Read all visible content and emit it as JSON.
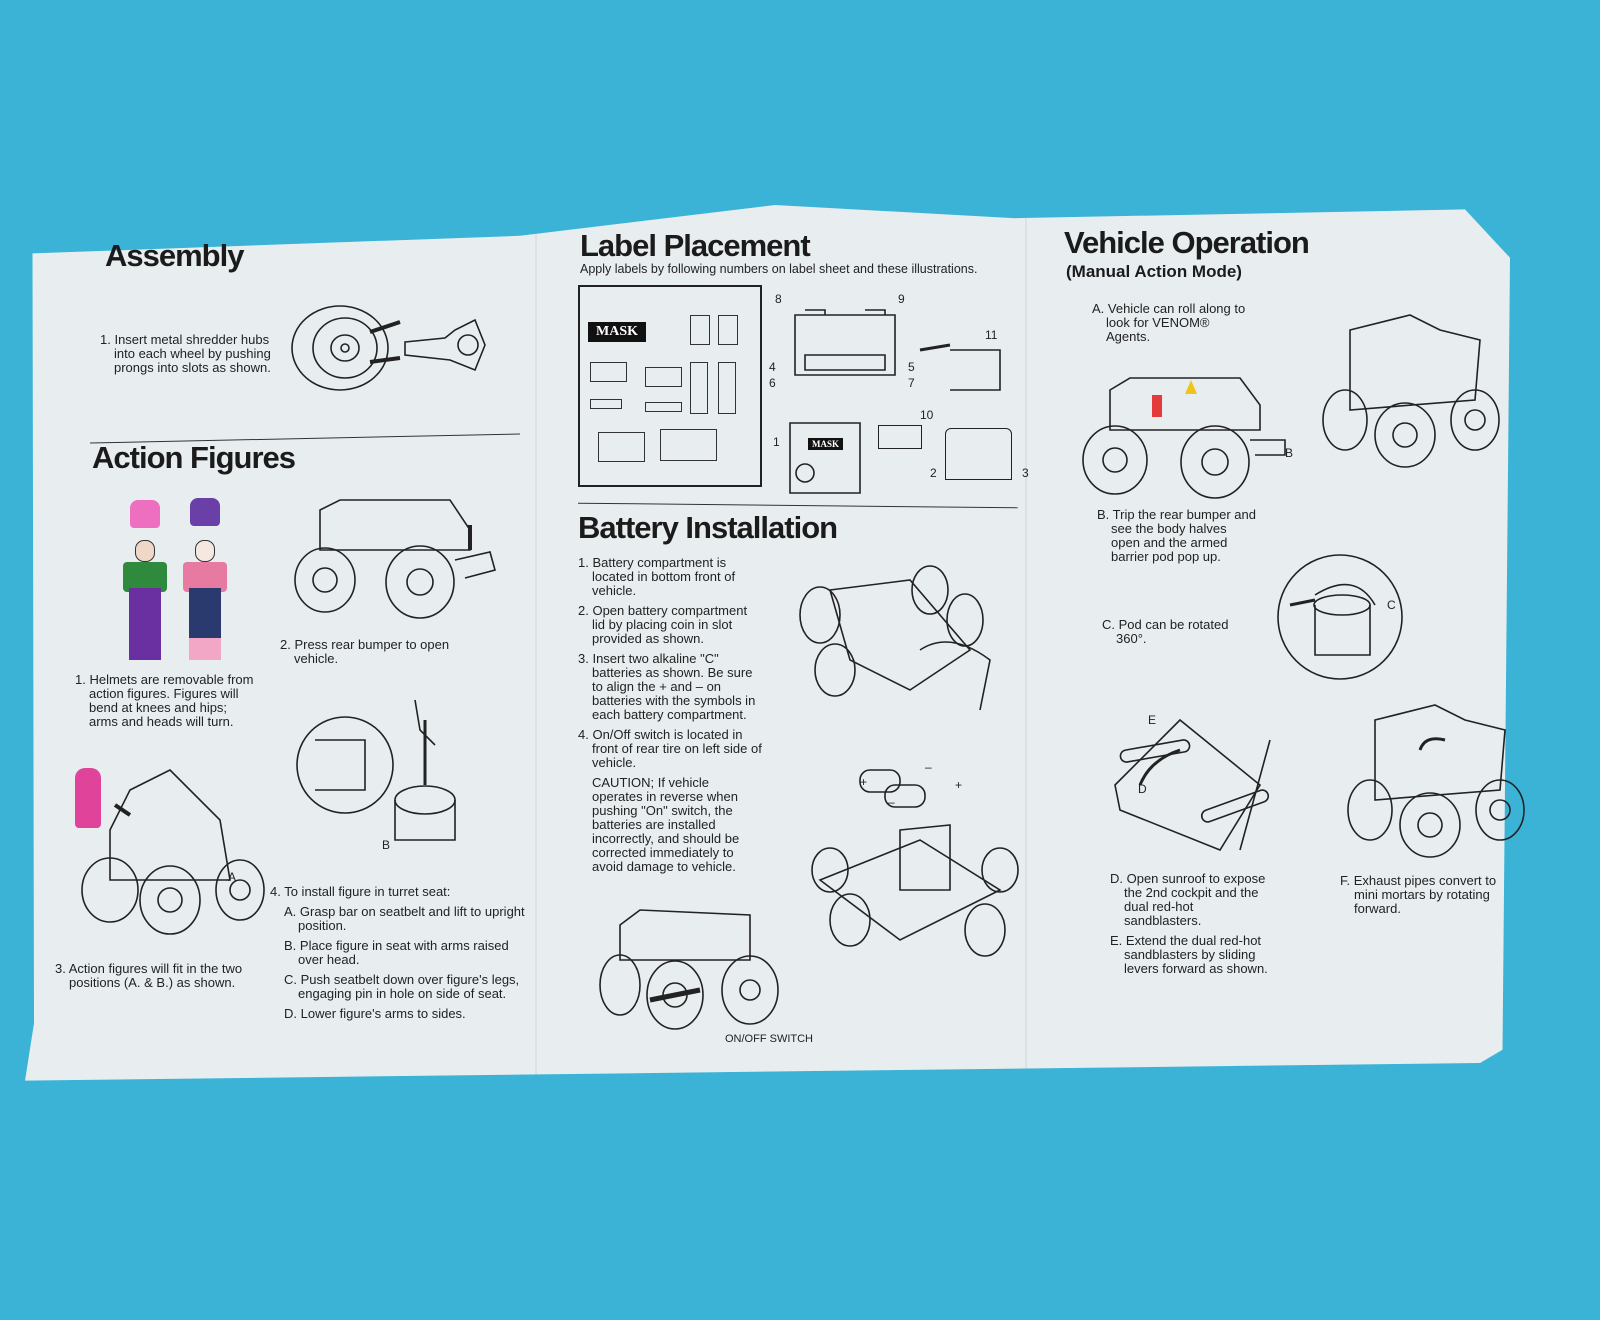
{
  "colors": {
    "background": "#3bb3d6",
    "paper": "#e8eef0",
    "ink": "#1b1b1b",
    "pink_helmet": "#ee6fc0",
    "purple_helmet": "#6a3fa8"
  },
  "assembly": {
    "title": "Assembly",
    "step1": "1. Insert metal shredder hubs into each wheel by pushing prongs into slots as shown."
  },
  "action_figures": {
    "title": "Action Figures",
    "step1": "1. Helmets are removable from action figures. Figures will bend at knees and hips; arms and heads will turn.",
    "step2": "2. Press rear bumper to open vehicle.",
    "step3": "3. Action figures will fit in the two positions (A. & B.) as shown.",
    "step4_intro": "4. To install figure in turret seat:",
    "step4_items": [
      "A. Grasp bar on seatbelt and lift to upright position.",
      "B. Place figure in seat with arms raised over head.",
      "C. Push seatbelt down over figure's legs, engaging pin in hole on side of seat.",
      "D. Lower figure's arms to sides."
    ],
    "callout_a": "A",
    "callout_b": "B"
  },
  "label_placement": {
    "title": "Label Placement",
    "subtitle": "Apply labels by following numbers on label sheet and these illustrations.",
    "mask_label": "MASK",
    "sheet_numbers": [
      "1",
      "2",
      "3",
      "4",
      "5",
      "6",
      "7",
      "8",
      "9",
      "10",
      "11"
    ],
    "vehicle_numbers": [
      "8",
      "9",
      "4",
      "5",
      "6",
      "7",
      "11",
      "10",
      "1",
      "2",
      "3"
    ]
  },
  "battery_installation": {
    "title": "Battery Installation",
    "steps": [
      "1. Battery compartment is located in bottom front of vehicle.",
      "2. Open battery compartment lid by placing coin in slot provided as shown.",
      "3. Insert two alkaline \"C\" batteries as shown. Be sure to align the + and – on batteries with the symbols in each battery compartment.",
      "4. On/Off switch is located in front of rear tire on left side of vehicle."
    ],
    "caution": "CAUTION; If vehicle operates in reverse when pushing \"On\" switch, the batteries are installed incorrectly, and should be corrected immediately to avoid damage to vehicle.",
    "switch_label": "ON/OFF SWITCH",
    "plus": "+",
    "minus": "–"
  },
  "vehicle_operation": {
    "title": "Vehicle Operation",
    "subtitle": "(Manual Action Mode)",
    "step_a": "A. Vehicle can roll along to look for VENOM® Agents.",
    "step_b": "B. Trip the rear bumper and see the body halves open and the armed barrier pod pop up.",
    "step_c": "C. Pod can be rotated 360°.",
    "step_d": "D. Open sunroof to expose the 2nd cockpit and the dual red-hot sandblasters.",
    "step_e": "E. Extend the dual red-hot sandblasters by sliding levers forward as shown.",
    "step_f": "F. Exhaust pipes convert to mini mortars by rotating forward.",
    "callout_b": "B",
    "callout_c": "C",
    "callout_d": "D",
    "callout_e": "E"
  }
}
